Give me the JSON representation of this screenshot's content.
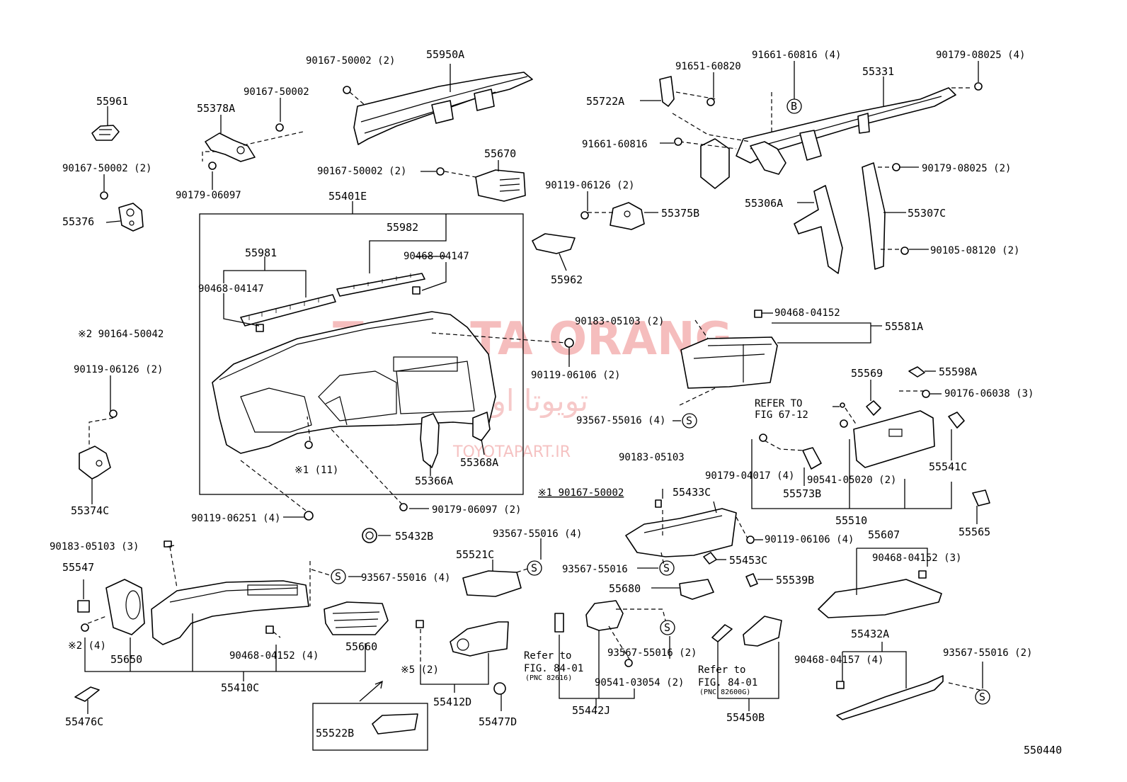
{
  "watermark": {
    "brand": "TOYOTA ORANG",
    "persian": "تویوتا اورنگ",
    "site": "TOYOTAPART.IR"
  },
  "diagram_id": "550440",
  "labels": {
    "p55961": "55961",
    "p55378A": "55378A",
    "p90167_50002_a": "90167-50002",
    "p90167_50002_2a": "90167-50002 (2)",
    "p90179_06097": "90179-06097",
    "p55376": "55376",
    "p90167_50002_2b": "90167-50002 (2)",
    "p55950A": "55950A",
    "p90167_50002_2c": "90167-50002 (2)",
    "p55670": "55670",
    "p55401E": "55401E",
    "p55982": "55982",
    "p55981": "55981",
    "p90468_04147_a": "90468-04147",
    "p90468_04147_b": "90468-04147",
    "p90164": "※2 90164-50042",
    "p90119_06126_2a": "90119-06126 (2)",
    "p55374C": "55374C",
    "p90119_06251": "90119-06251 (4)",
    "p90179_06097_2": "90179-06097 (2)",
    "pstar1": "※1 (11)",
    "p55366A": "55366A",
    "p55368A": "55368A",
    "p91651": "91651-60820",
    "p91661_4": "91661-60816 (4)",
    "p90179_08025_4": "90179-08025 (4)",
    "p55331": "55331",
    "p55722A": "55722A",
    "p91661": "91661-60816",
    "p90179_08025_2": "90179-08025 (2)",
    "p55306A": "55306A",
    "p55307C": "55307C",
    "p90105": "90105-08120 (2)",
    "p90119_06126_2b": "90119-06126 (2)",
    "p55375B": "55375B",
    "p55962": "55962",
    "p90183_2": "90183-05103 (2)",
    "p90468_04152": "90468-04152",
    "p55581A": "55581A",
    "p90119_06106_2": "90119-06106 (2)",
    "p93567_4a": "93567-55016 (4)",
    "p55569": "55569",
    "p55598A": "55598A",
    "p90176": "90176-06038 (3)",
    "prefer1": "REFER TO",
    "prefer2": "FIG 67-12",
    "p90183": "90183-05103",
    "p55433C": "55433C",
    "pstar1b": "※1 90167-50002",
    "p90179_04017": "90179-04017 (4)",
    "p90541_05020": "90541-05020 (2)",
    "p55573B": "55573B",
    "p55541C": "55541C",
    "p55510": "55510",
    "p55565": "55565",
    "p90119_06106_4": "90119-06106 (4)",
    "p55607": "55607",
    "p90468_04152_3": "90468-04152 (3)",
    "p55453C": "55453C",
    "p93567_b": "93567-55016",
    "p55539B": "55539B",
    "p55680": "55680",
    "p55432B": "55432B",
    "p90183_3": "90183-05103 (3)",
    "p93567_4b": "93567-55016 (4)",
    "p93567_4c": "93567-55016 (4)",
    "p55521C": "55521C",
    "p55547": "55547",
    "p55650": "55650",
    "pstar2": "※2 (4)",
    "p90468_04152_4": "90468-04152 (4)",
    "p55660": "55660",
    "p55410C": "55410C",
    "p55476C": "55476C",
    "pstar5": "※5 (2)",
    "p55412D": "55412D",
    "p55477D": "55477D",
    "p55522B": "55522B",
    "prefer84a_1": "Refer to",
    "prefer84a_2": "FIG. 84-01",
    "prefer84a_3": "(PNC 82616)",
    "p93567_2a": "93567-55016 (2)",
    "p90541_03054": "90541-03054 (2)",
    "p55442J": "55442J",
    "prefer84b_1": "Refer to",
    "prefer84b_2": "FIG. 84-01",
    "prefer84b_3": "(PNC 82600G)",
    "p55450B": "55450B",
    "p55432A": "55432A",
    "p90468_04157": "90468-04157 (4)",
    "p93567_2b": "93567-55016 (2)"
  },
  "symbols": {
    "s": "S",
    "b": "B"
  }
}
